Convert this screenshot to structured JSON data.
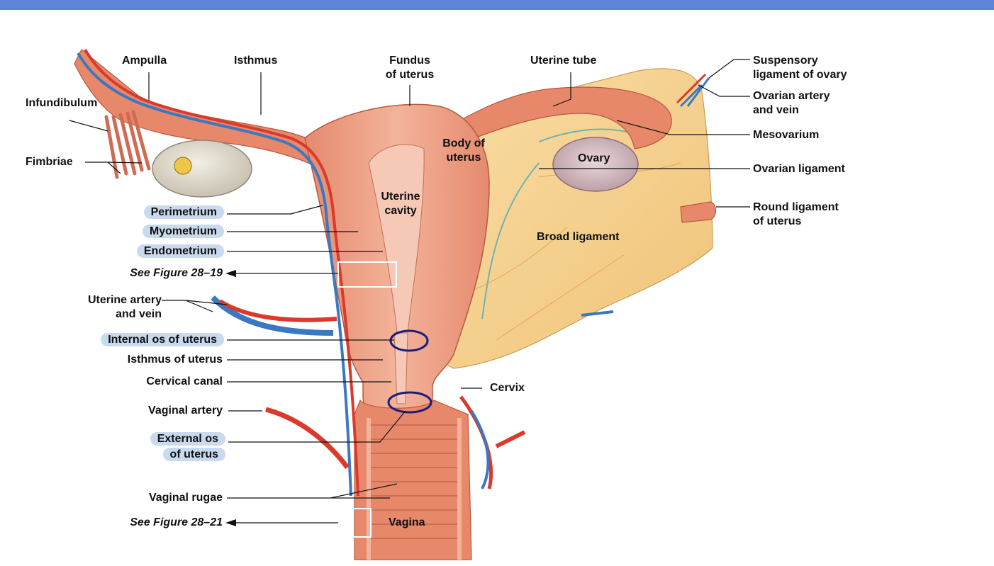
{
  "labels": {
    "ampulla": "Ampulla",
    "isthmus": "Isthmus",
    "fundus": [
      "Fundus",
      "of uterus"
    ],
    "uterine_tube": "Uterine tube",
    "suspensory": [
      "Suspensory",
      "ligament of ovary"
    ],
    "ovarian_artery": [
      "Ovarian artery",
      "and vein"
    ],
    "infundibulum": "Infundibulum",
    "mesovarium": "Mesovarium",
    "body_of_uterus": [
      "Body of",
      "uterus"
    ],
    "fimbriae": "Fimbriae",
    "ovary": "Ovary",
    "ovarian_ligament": "Ovarian ligament",
    "uterine_cavity": [
      "Uterine",
      "cavity"
    ],
    "round_ligament": [
      "Round ligament",
      "of uterus"
    ],
    "perimetrium": "Perimetrium",
    "myometrium": "Myometrium",
    "broad_ligament": "Broad ligament",
    "endometrium": "Endometrium",
    "see_fig_19": "See Figure 28–19",
    "uterine_artery": [
      "Uterine artery",
      "and vein"
    ],
    "internal_os": "Internal os of uterus",
    "isthmus_of_uterus": "Isthmus of uterus",
    "cervical_canal": "Cervical canal",
    "cervix": "Cervix",
    "vaginal_artery": "Vaginal artery",
    "external_os": [
      "External os",
      "of uterus"
    ],
    "vaginal_rugae": "Vaginal rugae",
    "see_fig_21": "See Figure 28–21",
    "vagina": "Vagina"
  },
  "colors": {
    "header_bar": "#5b86d6",
    "tissue": "#e9967a",
    "ligament": "#f6cf8a",
    "artery": "#d93a2b",
    "vein": "#3b78c2",
    "highlight": "#c9d9ee",
    "annotation_circle": "#1c1c7a"
  }
}
